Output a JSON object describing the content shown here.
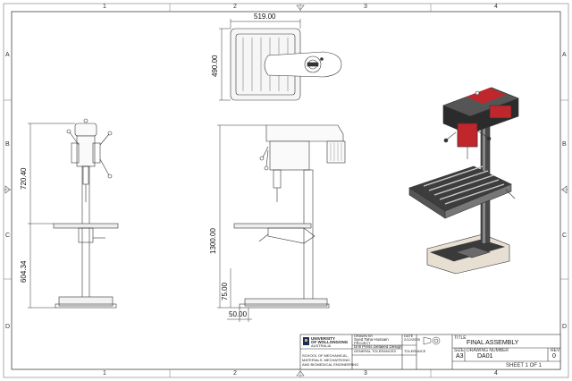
{
  "sheet": {
    "col_labels": [
      "1",
      "2",
      "3",
      "4"
    ],
    "row_labels": [
      "A",
      "B",
      "C",
      "D"
    ]
  },
  "dimensions": {
    "top_width": "519.00",
    "top_depth": "490.00",
    "front_height_upper": "720.40",
    "front_height_lower": "604.34",
    "side_height": "1300.00",
    "side_base": "75.00",
    "side_foot": "50.00"
  },
  "title_block": {
    "university_line1": "UNIVERSITY",
    "university_line2": "OF WOLLONGONG",
    "university_line3": "AUSTRALIA",
    "school_line1": "SCHOOL OF MECHANICAL,",
    "school_line2": "MATERIALS, MECHATRONIC",
    "school_line3": "AND BIOMEDICAL ENGINEERING",
    "drawn_by_label": "DRAWN BY",
    "drawn_by_value": "Syed Taha Hussain",
    "project_label": "PROJECT",
    "project_value": "Drill Press Detailed Design",
    "date_label": "DATE",
    "date_value": "2/12/2025",
    "general_tol_label": "GENERAL TOLERANCES",
    "tolerance_label": "TOLERANCE",
    "title_label": "TITLE",
    "title_value": "FINAL ASSEMBLY",
    "size_label": "SIZE",
    "size_value": "A3",
    "drawing_number_label": "DRAWING NUMBER",
    "drawing_number_value": "DA01",
    "rev_label": "REV",
    "rev_value": "0",
    "sheet_value": "SHEET 1  OF 1"
  },
  "colors": {
    "line": "#333333",
    "accent_red": "#c0272d",
    "table_grey": "#7a7a7a",
    "dark": "#2b2b2b"
  }
}
